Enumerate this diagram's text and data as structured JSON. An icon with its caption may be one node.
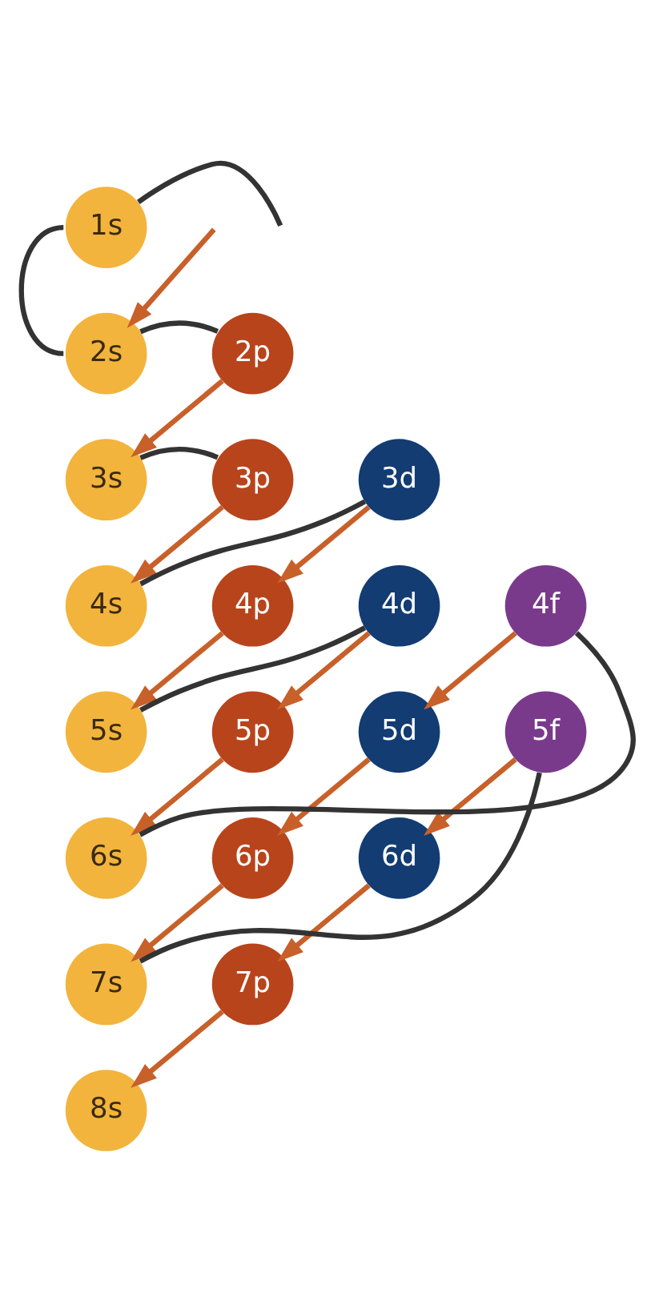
{
  "diagram": {
    "nodes": [
      {
        "text": [
          "1s"
        ]
      },
      {
        "text": [
          "2s"
        ]
      },
      {
        "text": [
          "2p"
        ]
      },
      {
        "text": [
          "3s"
        ]
      },
      {
        "text": [
          "3p"
        ]
      },
      {
        "text": [
          "3d"
        ]
      },
      {
        "text": [
          "4s"
        ]
      },
      {
        "text": [
          "4p"
        ]
      },
      {
        "text": [
          "4d"
        ]
      },
      {
        "text": [
          "4f"
        ]
      },
      {
        "text": [
          "5s"
        ]
      },
      {
        "text": [
          "5p"
        ]
      },
      {
        "text": [
          "5d"
        ]
      },
      {
        "text": [
          "5f"
        ]
      },
      {
        "text": [
          "6s"
        ]
      },
      {
        "text": [
          "6p"
        ]
      },
      {
        "text": [
          "6d"
        ]
      },
      {
        "text": [
          "7s"
        ]
      },
      {
        "text": [
          "7p"
        ]
      },
      {
        "text": [
          "8s"
        ]
      }
    ],
    "edges": [
      {
        "from": null,
        "to": 0,
        "arrow": "none",
        "color": "#333333"
      },
      {
        "from": 0,
        "to": 1,
        "arrow": "none",
        "color": "#333333"
      },
      {
        "from": null,
        "to": 1,
        "arrow": "to"
      },
      {
        "from": 1,
        "to": 2,
        "arrow": "none",
        "color": "#333333"
      },
      {
        "from": 2,
        "to": 3,
        "arrow": "to"
      },
      {
        "from": 3,
        "to": 4,
        "arrow": "none",
        "color": "#333333"
      },
      {
        "from": 4,
        "to": 6,
        "arrow": "to"
      },
      {
        "from": 6,
        "to": 5,
        "arrow": "none",
        "color": "#333333"
      },
      {
        "from": 5,
        "to": 7,
        "arrow": "to"
      },
      {
        "from": 7,
        "to": 10,
        "arrow": "to"
      },
      {
        "from": 10,
        "to": 8,
        "arrow": "none",
        "color": "#333333"
      },
      {
        "from": 8,
        "to": 11,
        "arrow": "to"
      },
      {
        "from": 11,
        "to": 14,
        "arrow": "to"
      },
      {
        "from": 14,
        "to": 9,
        "arrow": "none",
        "color": "#333333"
      },
      {
        "from": 9,
        "to": 12,
        "arrow": "to"
      },
      {
        "from": 12,
        "to": 15,
        "arrow": "to"
      },
      {
        "from": 15,
        "to": 17,
        "arrow": "to"
      },
      {
        "from": 17,
        "to": 13,
        "arrow": "none",
        "color": "#333333"
      },
      {
        "from": 13,
        "to": 16,
        "arrow": "to"
      },
      {
        "from": 16,
        "to": 18,
        "arrow": "to"
      },
      {
        "from": 18,
        "to": 19,
        "arrow": "to"
      }
    ]
  }
}
